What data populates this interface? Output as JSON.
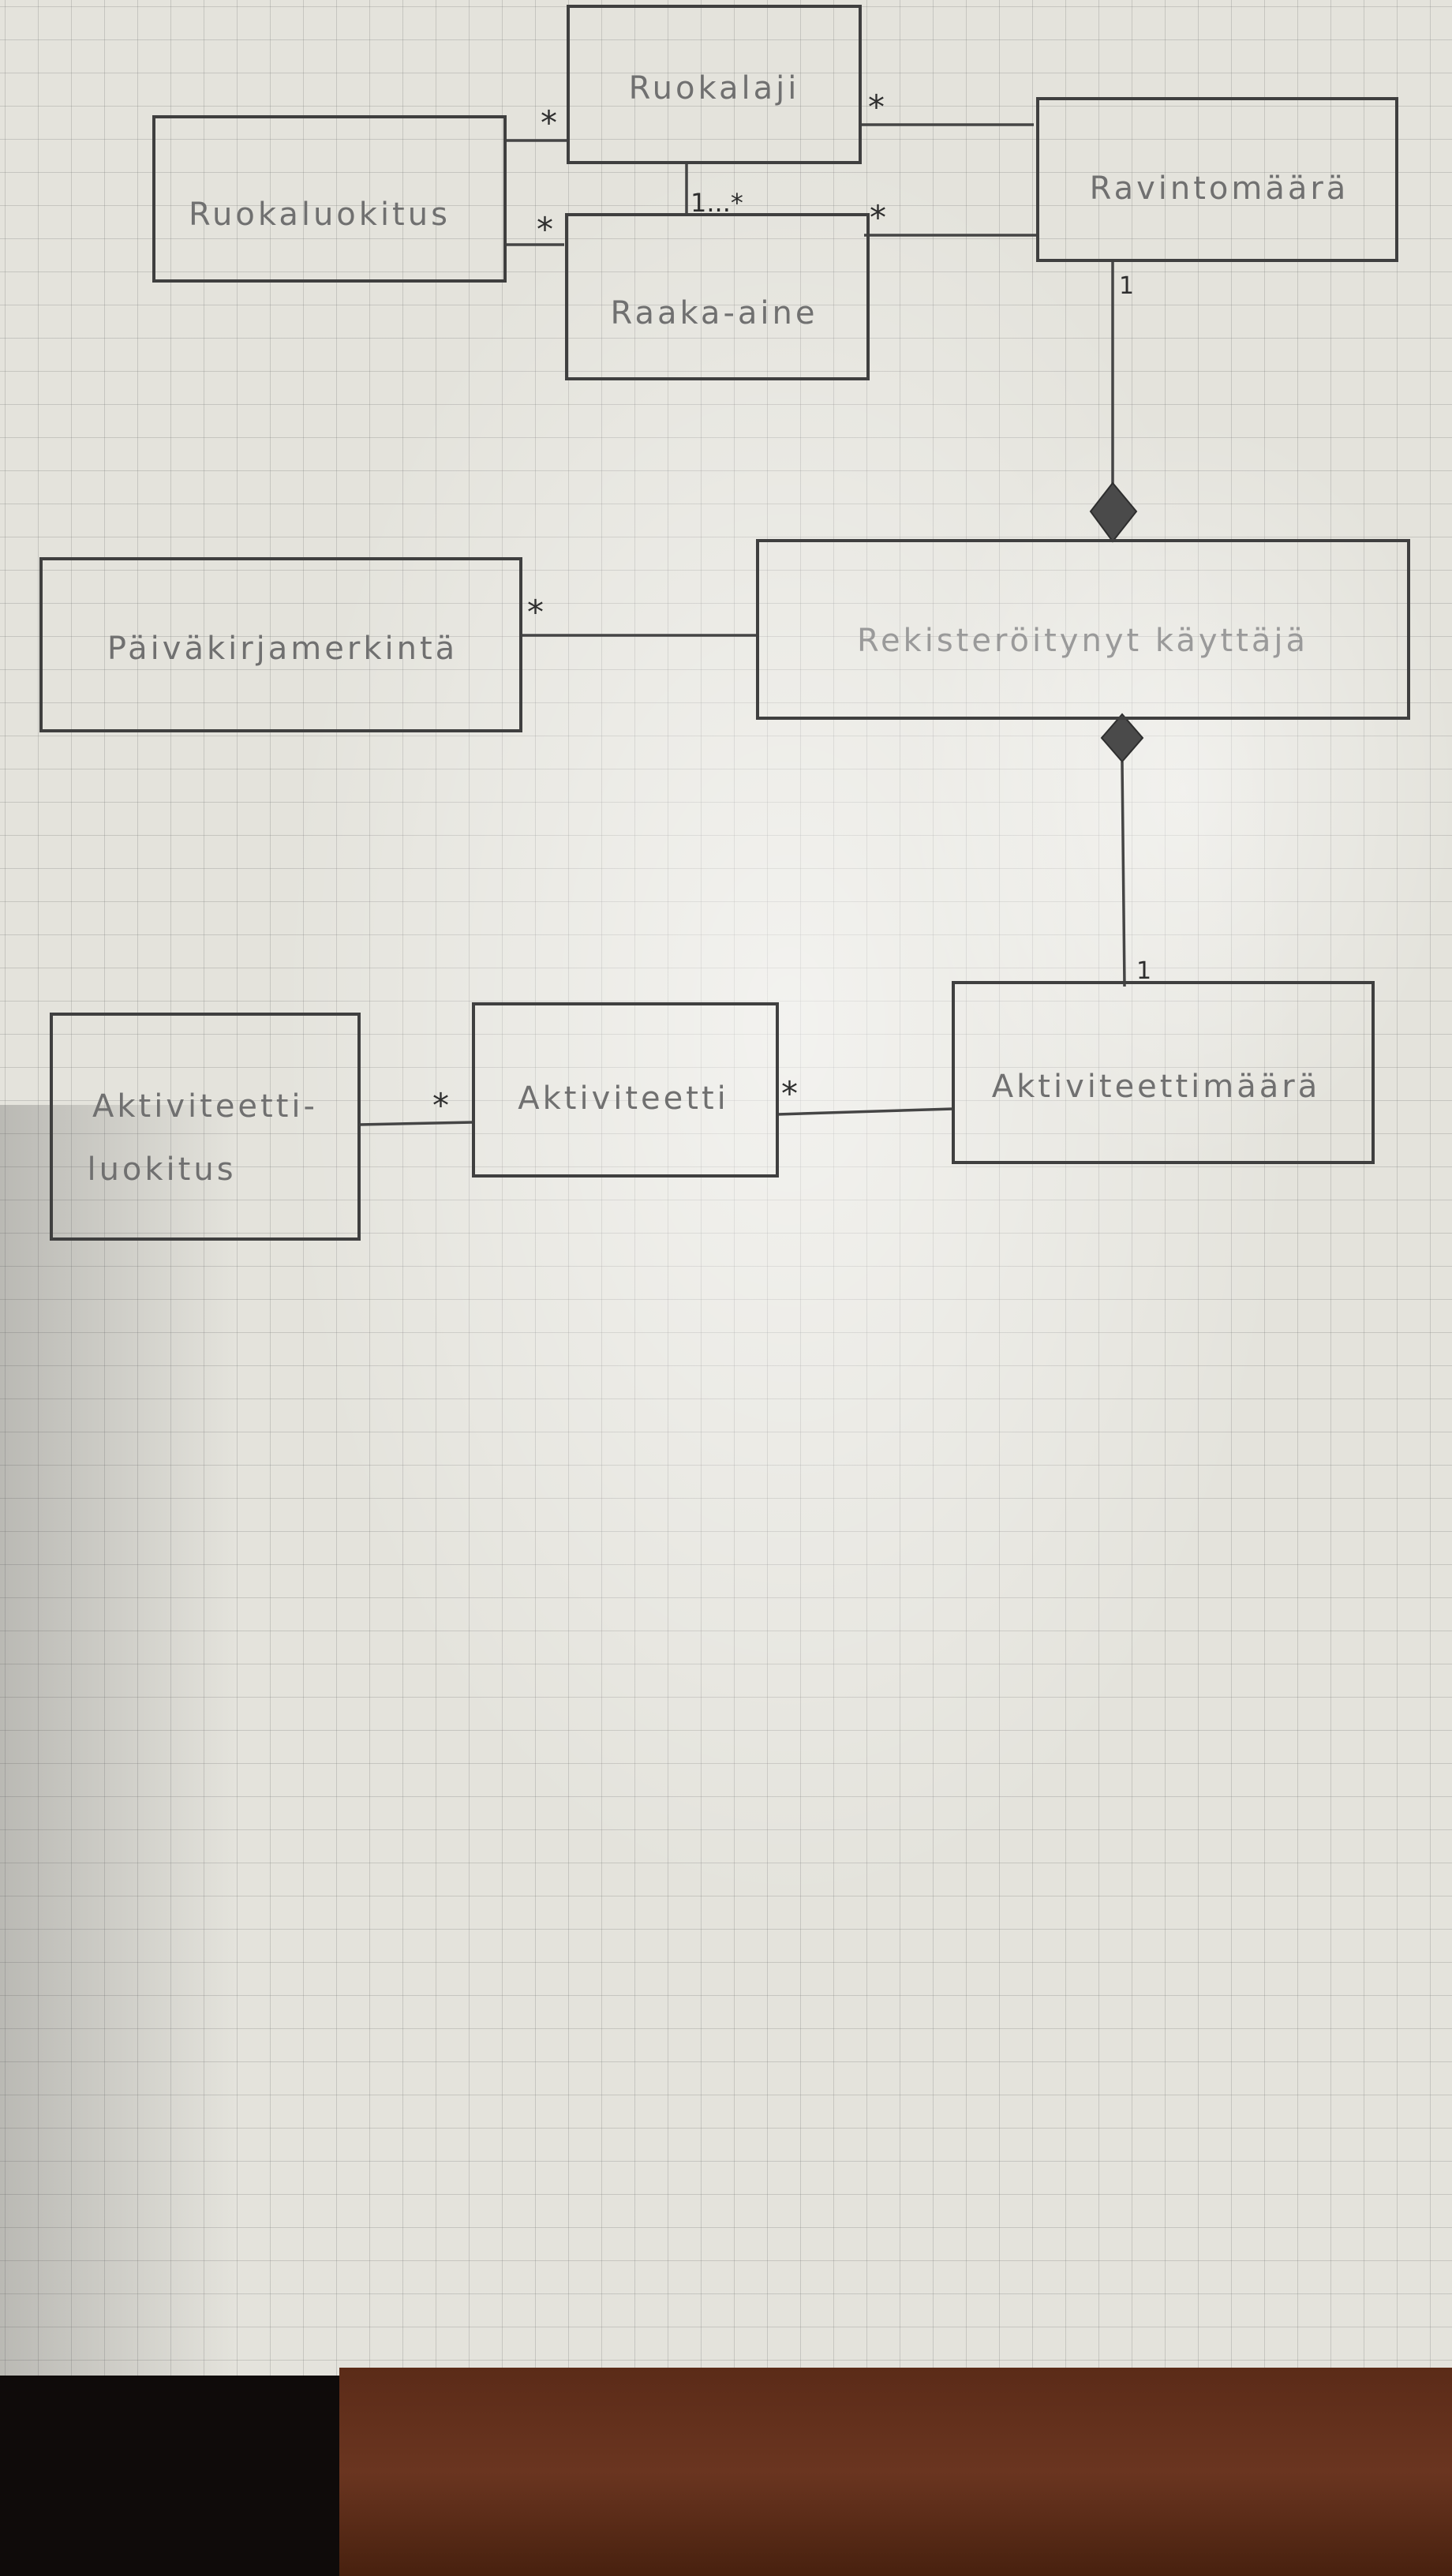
{
  "diagram": {
    "classes": {
      "ruokalaji": "Ruokalaji",
      "ruokaluokitus": "Ruokaluokitus",
      "raaka_aine": "Raaka-aine",
      "ravintomaara": "Ravintomäärä",
      "paivakirjamerkinta": "Päiväkirjamerkintä",
      "rekisteroitynyt_kayttaja": "Rekisteröitynyt käyttäjä",
      "aktiviteettiluokitus_line1": "Aktiviteetti-",
      "aktiviteettiluokitus_line2": "luokitus",
      "aktiviteetti": "Aktiviteetti",
      "aktiviteettimaara": "Aktiviteettimäärä"
    },
    "multiplicities": {
      "ruokaluokitus_ruokalaji": "*",
      "ruokaluokitus_raaka_aine": "*",
      "ruokalaji_raaka_aine": "1...*",
      "ravintomaara_ruokalaji": "*",
      "ravintomaara_raaka_aine": "*",
      "ravintomaara_kayttaja": "1",
      "kayttaja_paivakirjamerkinta": "*",
      "kayttaja_aktiviteettimaara": "1",
      "aktiviteettiluokitus_aktiviteetti": "*",
      "aktiviteettimaara_aktiviteetti": "*"
    }
  }
}
